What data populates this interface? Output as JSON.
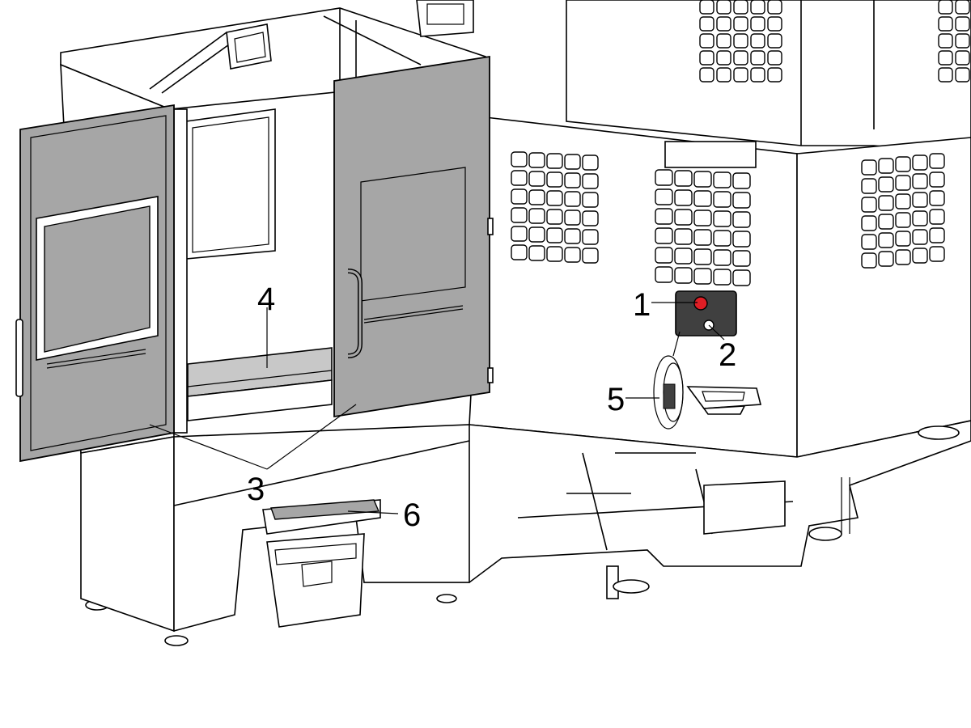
{
  "callouts": [
    {
      "id": "1",
      "label": "1"
    },
    {
      "id": "2",
      "label": "2"
    },
    {
      "id": "3",
      "label": "3"
    },
    {
      "id": "4",
      "label": "4"
    },
    {
      "id": "5",
      "label": "5"
    },
    {
      "id": "6",
      "label": "6"
    }
  ],
  "colors": {
    "door_fill": "#a6a6a6",
    "control_panel": "#404040",
    "emergency_stop": "#e01e25",
    "line": "#000000",
    "background": "#ffffff"
  }
}
